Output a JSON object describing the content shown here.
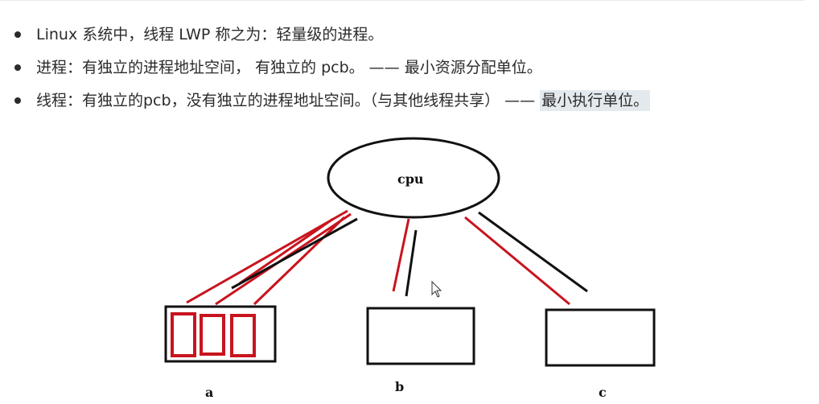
{
  "bullets": [
    {
      "text": "Linux 系统中，线程 LWP 称之为：轻量级的进程。"
    },
    {
      "text": "进程：有独立的进程地址空间， 有独立的 pcb。 —— 最小资源分配单位。"
    },
    {
      "text": "线程：有独立的pcb，没有独立的进程地址空间。（与其他线程共享） —— ",
      "highlight": "最小执行单位。"
    }
  ],
  "diagram": {
    "cpu_label": "cpu",
    "process_labels": [
      "a",
      "b",
      "c"
    ],
    "colors": {
      "line_red": "#c8141e",
      "line_black": "#111111",
      "box_red": "#c8141e",
      "box_black": "#111111"
    },
    "icons": [
      "mouse-cursor-icon"
    ]
  }
}
